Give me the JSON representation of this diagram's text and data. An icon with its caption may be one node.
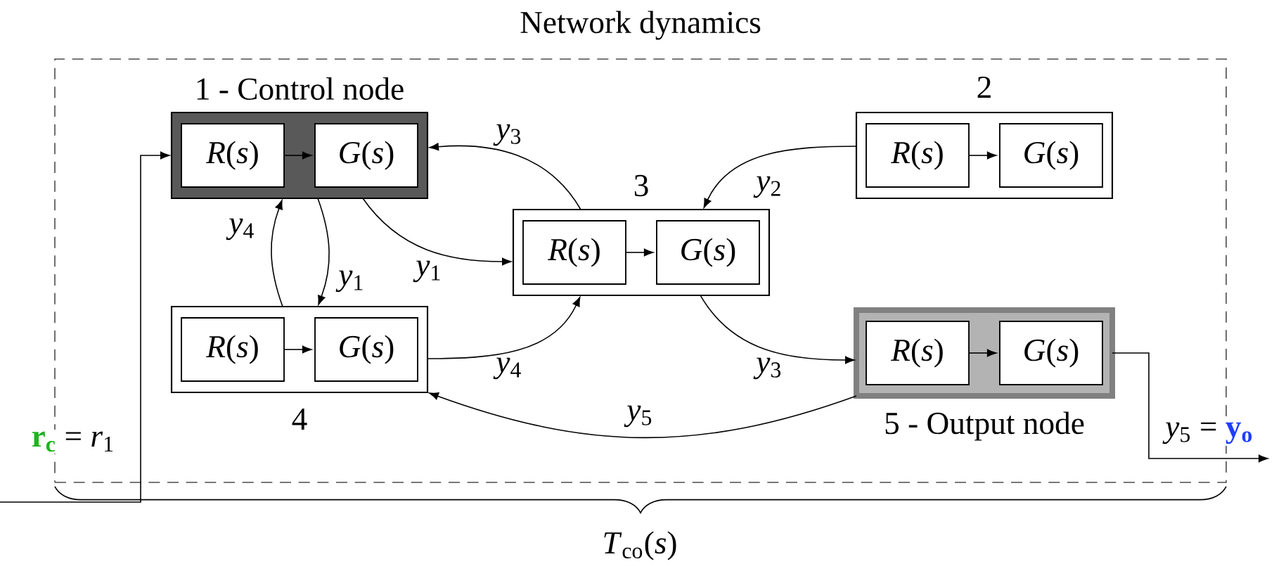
{
  "diagram": {
    "nodes": [
      {
        "text": [
          "Network dynamics"
        ]
      },
      {
        "text": [
          "1 - Control node"
        ],
        "in": 0
      },
      {
        "text": [
          "*R*(*s*)"
        ],
        "in": 1
      },
      {
        "text": [
          "*G*(*s*)"
        ],
        "in": 1
      },
      {
        "text": [
          "2"
        ],
        "in": 0
      },
      {
        "text": [
          "*R*(*s*)"
        ],
        "in": 4
      },
      {
        "text": [
          "*G*(*s*)"
        ],
        "in": 4
      },
      {
        "text": [
          "3"
        ],
        "in": 0
      },
      {
        "text": [
          "*R*(*s*)"
        ],
        "in": 7
      },
      {
        "text": [
          "*G*(*s*)"
        ],
        "in": 7
      },
      {
        "text": [
          "4"
        ],
        "in": 0
      },
      {
        "text": [
          "*R*(*s*)"
        ],
        "in": 10
      },
      {
        "text": [
          "*G*(*s*)"
        ],
        "in": 10
      },
      {
        "text": [
          "5 - Output node"
        ],
        "in": 0
      },
      {
        "text": [
          "*R*(*s*)"
        ],
        "in": 13
      },
      {
        "text": [
          "*G*(*s*)"
        ],
        "in": 13
      }
    ],
    "edges": [
      {
        "from": null,
        "to": 1,
        "arrow": "to",
        "label": "**r$_{c}$** = *r*$_{1}$"
      },
      {
        "from": 2,
        "to": 3,
        "arrow": "to"
      },
      {
        "from": 5,
        "to": 6,
        "arrow": "to"
      },
      {
        "from": 8,
        "to": 9,
        "arrow": "to"
      },
      {
        "from": 11,
        "to": 12,
        "arrow": "to"
      },
      {
        "from": 14,
        "to": 15,
        "arrow": "to"
      },
      {
        "from": 1,
        "to": 7,
        "arrow": "to",
        "label": "*y*$_{1}$"
      },
      {
        "from": 1,
        "to": 10,
        "arrow": "to",
        "label": "*y*$_{1}$"
      },
      {
        "from": 10,
        "to": 1,
        "arrow": "to",
        "label": "*y*$_{4}$"
      },
      {
        "from": 7,
        "to": 1,
        "arrow": "to",
        "label": "*y*$_{3}$"
      },
      {
        "from": 4,
        "to": 7,
        "arrow": "to",
        "label": "*y*$_{2}$"
      },
      {
        "from": 10,
        "to": 7,
        "arrow": "to",
        "label": "*y*$_{4}$"
      },
      {
        "from": 7,
        "to": 13,
        "arrow": "to",
        "label": "*y*$_{3}$"
      },
      {
        "from": 13,
        "to": 10,
        "arrow": "to",
        "label": "*y*$_{5}$"
      },
      {
        "from": 13,
        "to": null,
        "arrow": "to",
        "label": "*y*$_{5}$ = **y$_{o}$**"
      }
    ],
    "labels": [
      "*T*$_{co}$(*s*)"
    ]
  }
}
